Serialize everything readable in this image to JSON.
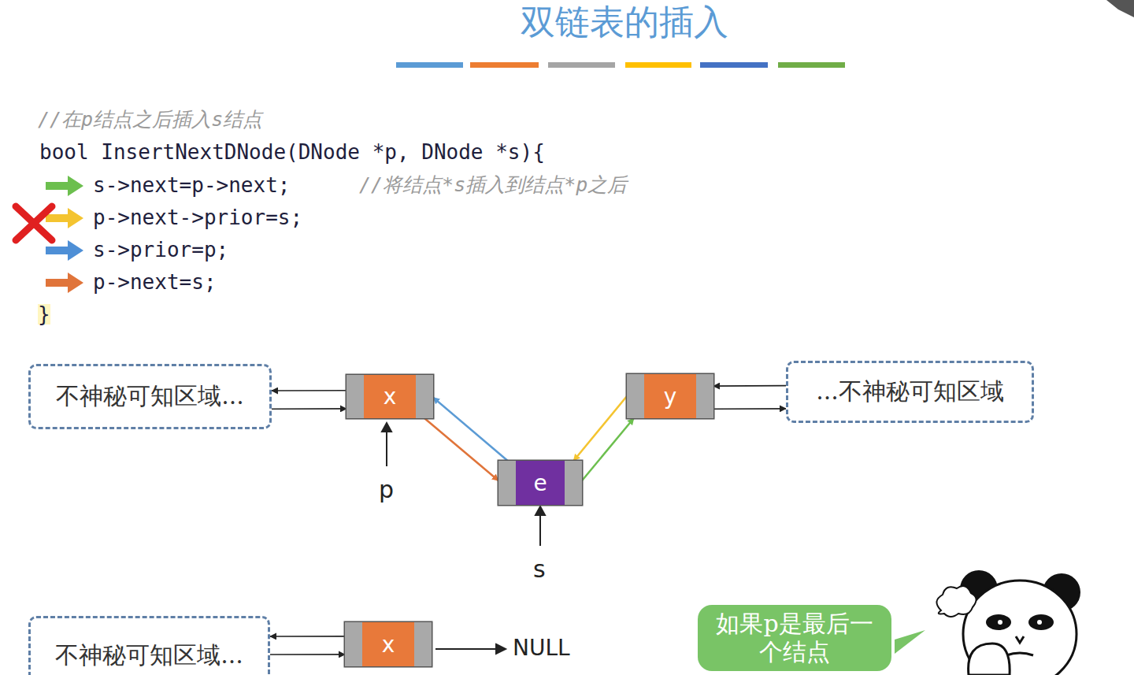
{
  "diagram": {
    "title": "双链表的插入",
    "nodes": [
      {
        "text": [
          "不神秘可知区域..."
        ]
      },
      {
        "text": [
          "x"
        ]
      },
      {
        "text": [
          "y"
        ]
      },
      {
        "text": [
          "...不神秘可知区域"
        ]
      },
      {
        "text": [
          "e"
        ]
      },
      {
        "text": [
          "不神秘可知区域..."
        ]
      },
      {
        "text": [
          "x"
        ]
      },
      {
        "text": [
          "如果p是最后一个结点"
        ]
      }
    ],
    "edges": [
      {
        "from": 1,
        "to": 0,
        "arrow": "to"
      },
      {
        "from": 0,
        "to": 1,
        "arrow": "to"
      },
      {
        "from": 3,
        "to": 2,
        "arrow": "to"
      },
      {
        "from": 2,
        "to": 3,
        "arrow": "to"
      },
      {
        "from": 1,
        "to": 4,
        "arrow": "to"
      },
      {
        "from": 4,
        "to": 1,
        "arrow": "to"
      },
      {
        "from": 4,
        "to": 2,
        "arrow": "to"
      },
      {
        "from": 2,
        "to": 4,
        "arrow": "to"
      },
      {
        "from": 6,
        "to": 5,
        "arrow": "to"
      },
      {
        "from": 5,
        "to": 6,
        "arrow": "to"
      }
    ],
    "labels": [
      "//在p结点之后插入s结点",
      "bool InsertNextDNode(DNode *p, DNode *s){",
      "s->next=p->next;",
      "//将结点*s插入到结点*p之后",
      "p->next->prior=s;",
      "s->prior=p;",
      "p->next=s;",
      "}",
      "p",
      "s",
      "NULL"
    ]
  }
}
